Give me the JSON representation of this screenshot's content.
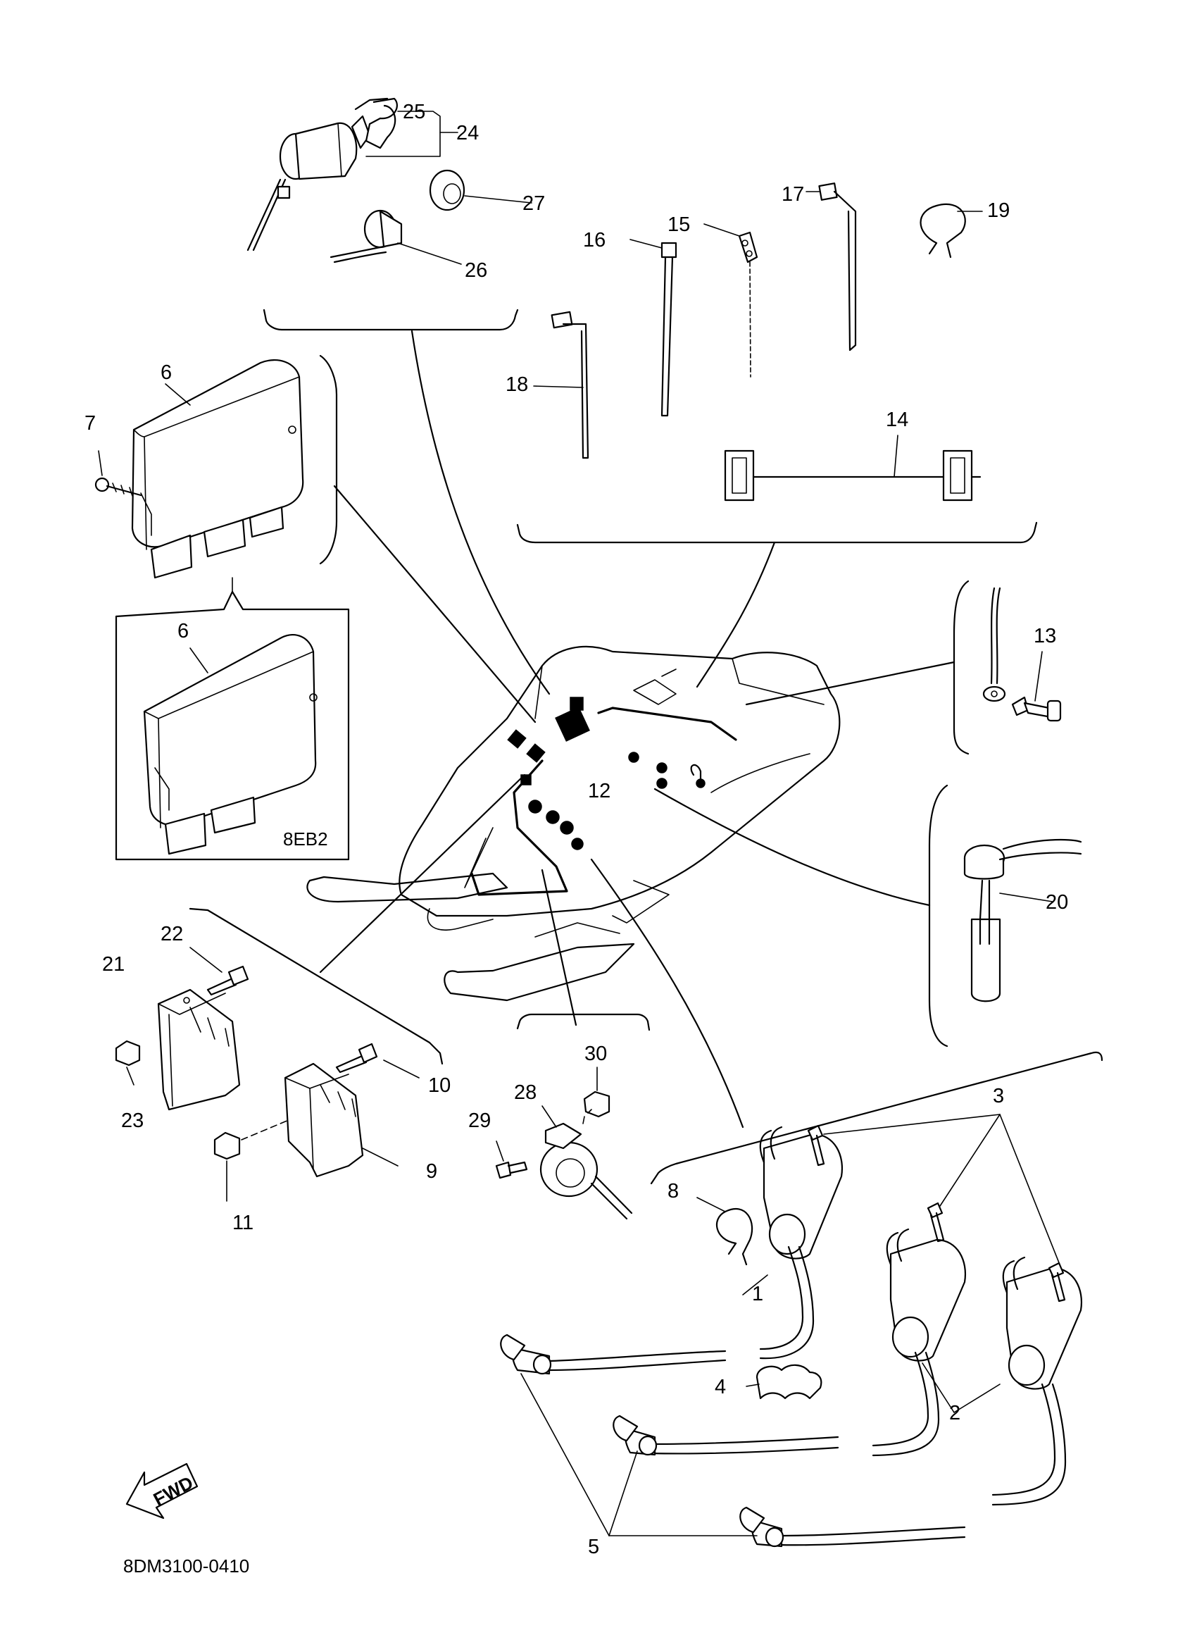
{
  "diagram": {
    "drawing_code": "8DM3100-0410",
    "variant_code": "8EB2",
    "fwd_label": "FWD",
    "callouts": [
      {
        "id": "c1",
        "text": "1"
      },
      {
        "id": "c2",
        "text": "2"
      },
      {
        "id": "c3",
        "text": "3"
      },
      {
        "id": "c4",
        "text": "4"
      },
      {
        "id": "c5",
        "text": "5"
      },
      {
        "id": "c6a",
        "text": "6"
      },
      {
        "id": "c6b",
        "text": "6"
      },
      {
        "id": "c7",
        "text": "7"
      },
      {
        "id": "c8",
        "text": "8"
      },
      {
        "id": "c9",
        "text": "9"
      },
      {
        "id": "c10",
        "text": "10"
      },
      {
        "id": "c11",
        "text": "11"
      },
      {
        "id": "c12",
        "text": "12"
      },
      {
        "id": "c13",
        "text": "13"
      },
      {
        "id": "c14",
        "text": "14"
      },
      {
        "id": "c15",
        "text": "15"
      },
      {
        "id": "c16",
        "text": "16"
      },
      {
        "id": "c17",
        "text": "17"
      },
      {
        "id": "c18",
        "text": "18"
      },
      {
        "id": "c19",
        "text": "19"
      },
      {
        "id": "c20",
        "text": "20"
      },
      {
        "id": "c21",
        "text": "21"
      },
      {
        "id": "c22",
        "text": "22"
      },
      {
        "id": "c23",
        "text": "23"
      },
      {
        "id": "c24",
        "text": "24"
      },
      {
        "id": "c25",
        "text": "25"
      },
      {
        "id": "c26",
        "text": "26"
      },
      {
        "id": "c27",
        "text": "27"
      },
      {
        "id": "c28",
        "text": "28"
      },
      {
        "id": "c29",
        "text": "29"
      },
      {
        "id": "c30",
        "text": "30"
      }
    ]
  }
}
